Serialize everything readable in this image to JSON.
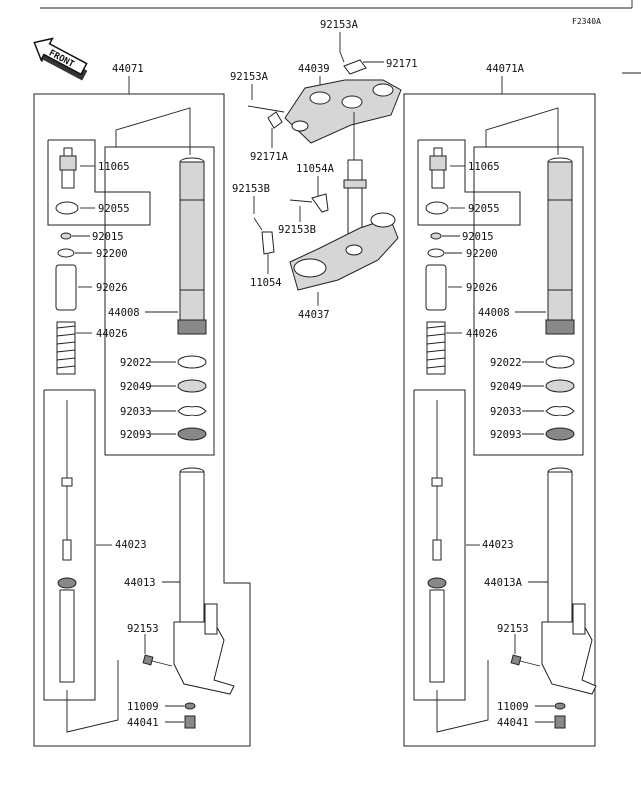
{
  "diagram_code": "F2340A",
  "front_label": "FRONT",
  "labels": {
    "l44071": "44071",
    "l44071A": "44071A",
    "l92153A_top": "92153A",
    "l92171": "92171",
    "l44039": "44039",
    "l92153A_mid": "92153A",
    "l92171A": "92171A",
    "l11054A": "11054A",
    "l92153B_a": "92153B",
    "l92153B_b": "92153B",
    "l11054": "11054",
    "l44037": "44037",
    "L_11065": "11065",
    "L_92055": "92055",
    "L_92015": "92015",
    "L_92200": "92200",
    "L_92026": "92026",
    "L_44008": "44008",
    "L_44026": "44026",
    "L_92022": "92022",
    "L_92049": "92049",
    "L_92033": "92033",
    "L_92093": "92093",
    "L_44023": "44023",
    "L_44013": "44013",
    "L_92153": "92153",
    "L_11009": "11009",
    "L_44041": "44041",
    "R_11065": "11065",
    "R_92055": "92055",
    "R_92015": "92015",
    "R_92200": "92200",
    "R_92026": "92026",
    "R_44008": "44008",
    "R_44026": "44026",
    "R_92022": "92022",
    "R_92049": "92049",
    "R_92033": "92033",
    "R_92093": "92093",
    "R_44023": "44023",
    "R_44013A": "44013A",
    "R_92153": "92153",
    "R_11009": "11009",
    "R_44041": "44041"
  },
  "colors": {
    "line": "#222222",
    "shade": "#d6d6d6",
    "background": "#ffffff"
  }
}
